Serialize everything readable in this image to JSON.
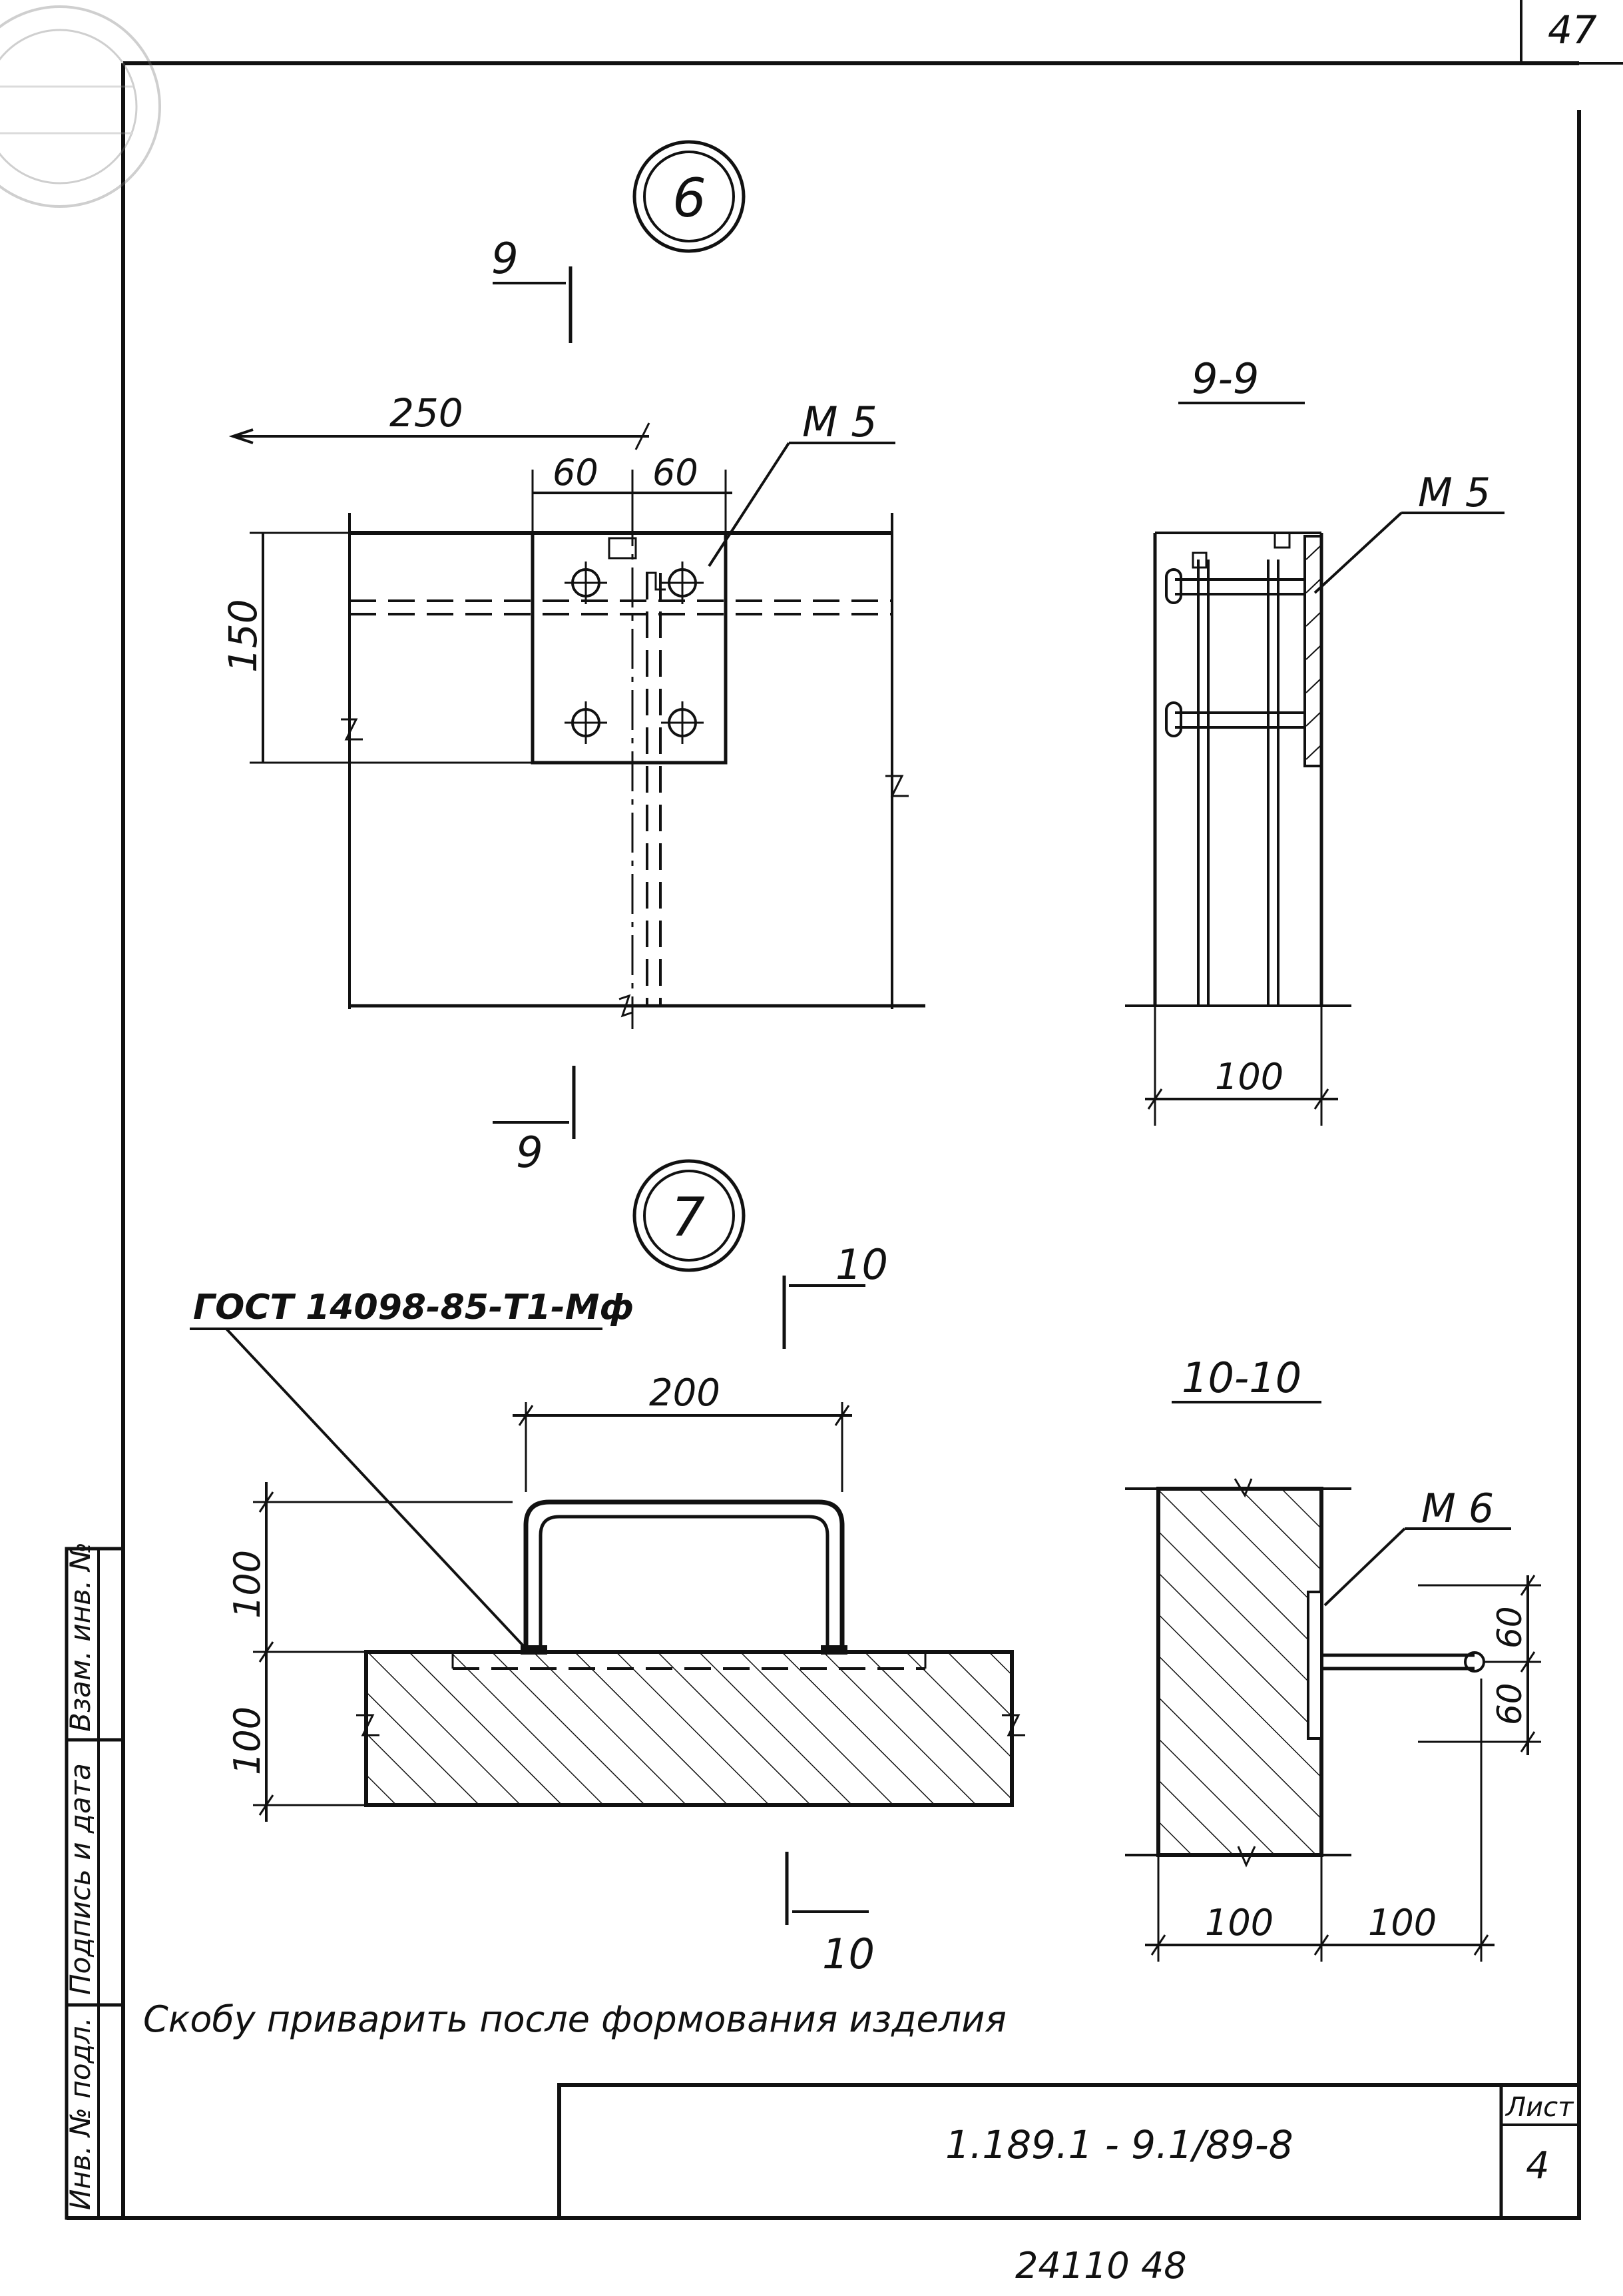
{
  "sheet": {
    "page_number_top": "47",
    "archive_number": "24110 48",
    "note": "Скобу приварить после формования изделия"
  },
  "stamp_left": {
    "cell_1": "Взам. инв. №",
    "cell_2": "Подпись и дата",
    "cell_3": "Инв. № подл."
  },
  "title_block": {
    "sheet_label": "Лист",
    "sheet_number": "4",
    "designation": "1.189.1 - 9.1/89-8"
  },
  "node6": {
    "number": "6",
    "cut_label_top": "9",
    "cut_label_bottom": "9",
    "dim_total": "250",
    "dim_left": "60",
    "dim_right": "60",
    "dim_height": "150",
    "leader_label": "М 5"
  },
  "section99": {
    "title": "9-9",
    "leader_label": "М 5",
    "dim_width": "100"
  },
  "node7": {
    "number": "7",
    "cut_label_top": "10",
    "cut_label_bottom": "10",
    "gost_label": "ГОСТ 14098-85-Т1-Мф",
    "dim_width": "200",
    "dim_top": "100",
    "dim_bottom": "100"
  },
  "section1010": {
    "title": "10-10",
    "leader_label": "М 6",
    "dim_up": "60",
    "dim_down": "60",
    "dim_left": "100",
    "dim_right": "100"
  }
}
